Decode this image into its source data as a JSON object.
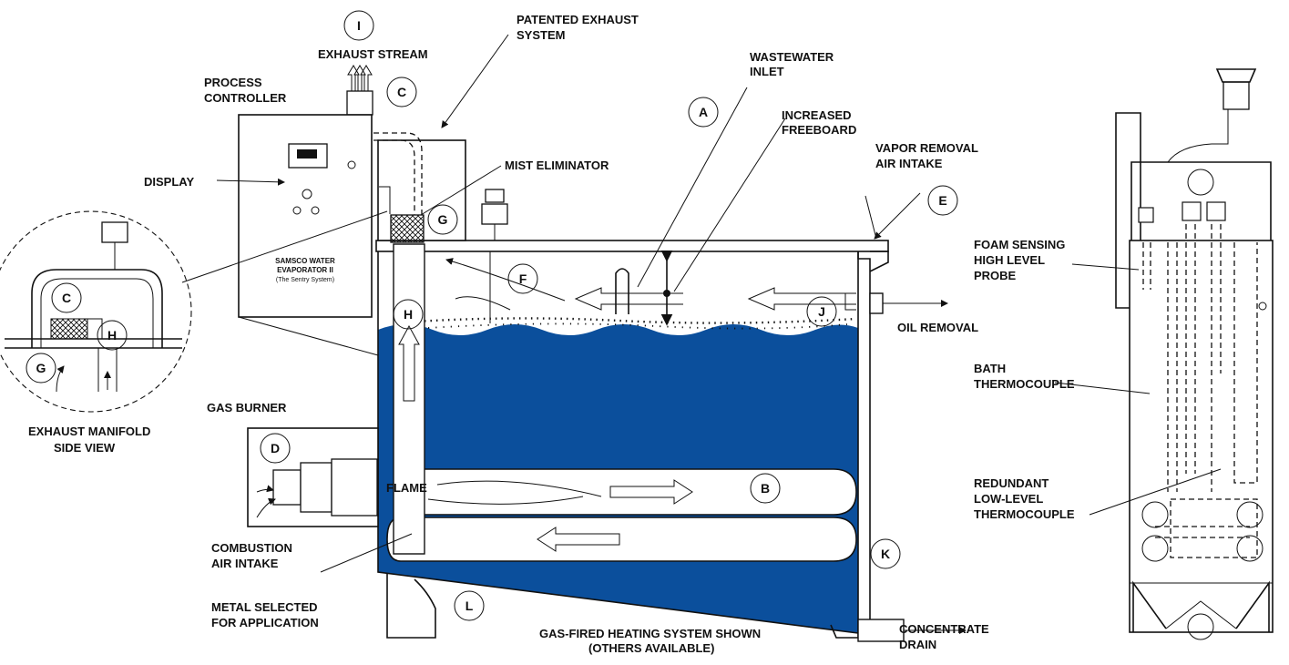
{
  "labels": {
    "exhaust_stream": "EXHAUST STREAM",
    "patented_exhaust": [
      "PATENTED EXHAUST",
      "SYSTEM"
    ],
    "process_controller": [
      "PROCESS",
      "CONTROLLER"
    ],
    "wastewater_inlet": [
      "WASTEWATER",
      "INLET"
    ],
    "increased_freeboard": [
      "INCREASED",
      "FREEBOARD"
    ],
    "vapor_removal": [
      "VAPOR REMOVAL",
      "AIR INTAKE"
    ],
    "display": "DISPLAY",
    "mist_eliminator": "MIST ELIMINATOR",
    "foam_sensing": [
      "FOAM SENSING",
      "HIGH LEVEL",
      "PROBE"
    ],
    "oil_removal": "OIL REMOVAL",
    "gas_burner": "GAS BURNER",
    "exhaust_manifold": [
      "EXHAUST MANIFOLD",
      "SIDE VIEW"
    ],
    "bath_thermocouple": [
      "BATH",
      "THERMOCOUPLE"
    ],
    "flame": "FLAME",
    "redundant_thermocouple": [
      "REDUNDANT",
      "LOW-LEVEL",
      "THERMOCOUPLE"
    ],
    "combustion_air": [
      "COMBUSTION",
      "AIR INTAKE"
    ],
    "metal_selected": [
      "METAL SELECTED",
      "FOR APPLICATION"
    ],
    "gas_fired": [
      "GAS-FIRED HEATING SYSTEM SHOWN",
      "(OTHERS AVAILABLE)"
    ],
    "concentrate_drain": [
      "CONCENTRATE",
      "DRAIN"
    ],
    "cabinet_title": [
      "SAMSCO WATER",
      "EVAPORATOR II",
      "(The Sentry System)"
    ]
  },
  "markers": [
    "I",
    "C",
    "A",
    "E",
    "G",
    "F",
    "H",
    "J",
    "C",
    "H",
    "G",
    "D",
    "B",
    "K",
    "L"
  ],
  "colors": {
    "water": "#0b4f9c",
    "ink": "#111111",
    "background": "#ffffff"
  }
}
